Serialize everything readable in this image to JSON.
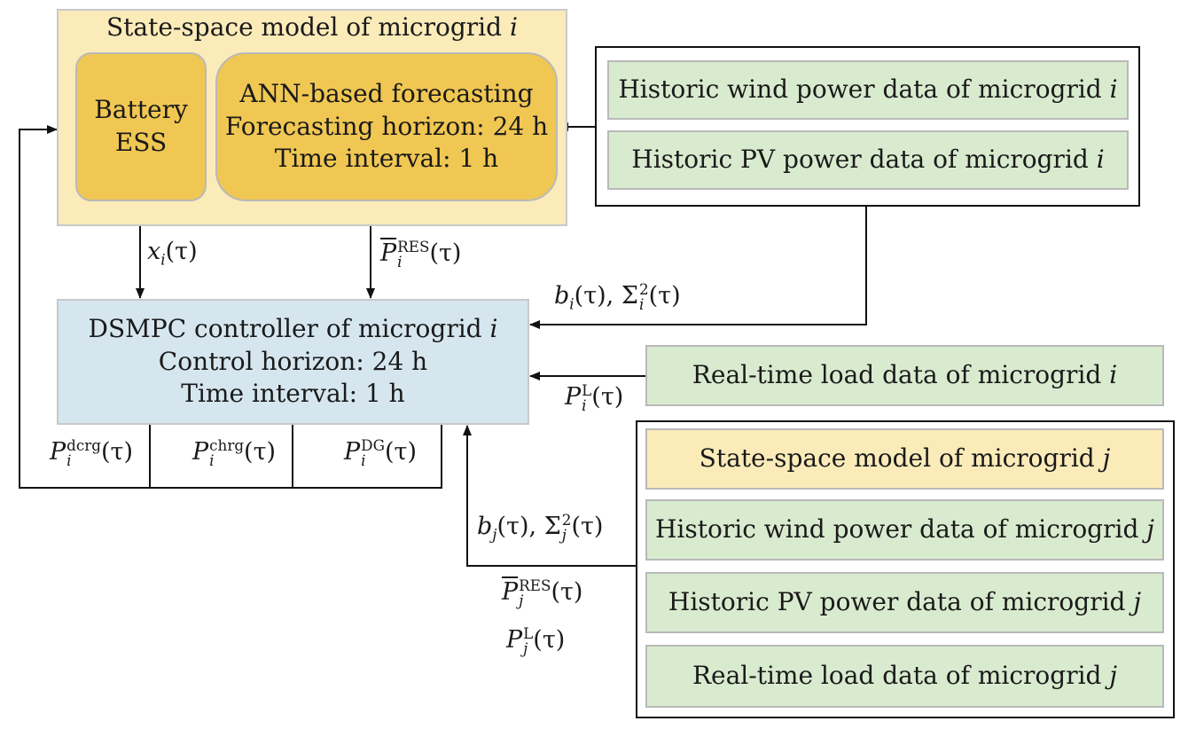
{
  "state_model_i": {
    "title": "State-space model of microgrid ",
    "title_var": "i"
  },
  "battery": {
    "line1": "Battery",
    "line2": "ESS"
  },
  "ann": {
    "line1": "ANN-based forecasting",
    "line2": "Forecasting horizon: 24 h",
    "line3": "Time interval: 1 h"
  },
  "historic_i": {
    "wind": "Historic wind power data of microgrid ",
    "pv": "Historic PV power data of microgrid ",
    "var": "i"
  },
  "dsmpc": {
    "line1": "DSMPC controller of microgrid ",
    "line1_var": "i",
    "line2": "Control horizon: 24 h",
    "line3": "Time interval: 1 h"
  },
  "load_i": {
    "text": "Real-time load data of microgrid ",
    "var": "i"
  },
  "microgrid_j": {
    "state": "State-space model of microgrid ",
    "wind": "Historic wind power data of microgrid ",
    "pv": "Historic PV power data of microgrid ",
    "load": "Real-time load data of microgrid ",
    "var": "j"
  },
  "signals": {
    "x": "x",
    "P": "P",
    "b": "b",
    "Sigma": "Σ",
    "tau": "(τ)",
    "sub_i": "i",
    "sub_j": "j",
    "sq": "2",
    "res": "RES",
    "L": "L",
    "dcrg": "dcrg",
    "chrg": "chrg",
    "dg": "DG",
    "comma": ", "
  },
  "colors": {
    "state_bg": "#faebb9",
    "orange": "#f0c752",
    "green": "#d9ebcf",
    "blue": "#d5e6ef",
    "border_gray": "#a9a9a9"
  }
}
